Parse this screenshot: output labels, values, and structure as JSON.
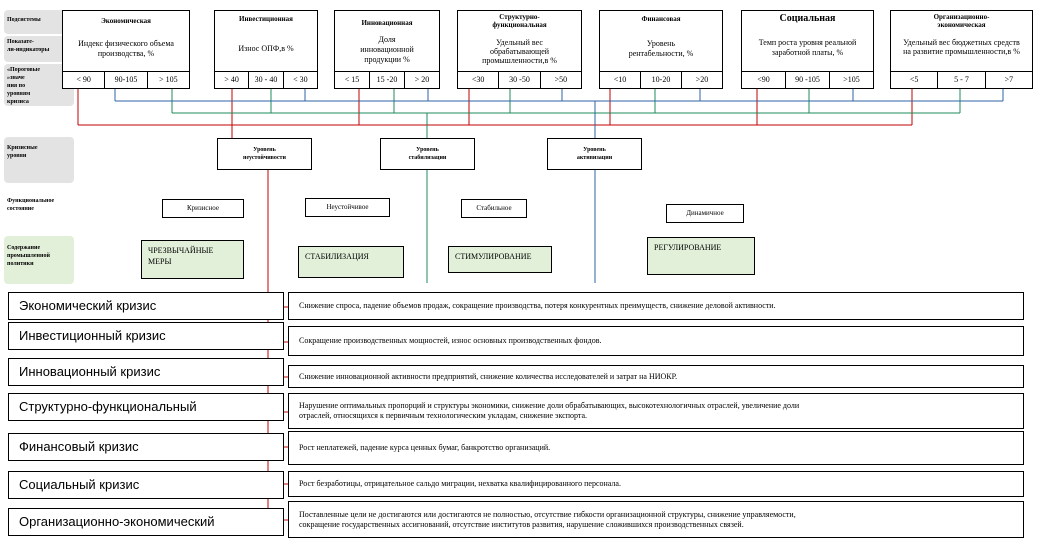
{
  "left_labels": [
    {
      "id": "subsystems",
      "lines": [
        "Подсистемы"
      ]
    },
    {
      "id": "indicators",
      "lines": [
        "Показате-",
        "ли-индикаторы"
      ]
    },
    {
      "id": "thresholds",
      "lines": [
        "«Пороговые",
        "»значе",
        "ния по",
        "уровням",
        "кризиса"
      ]
    },
    {
      "id": "crisis-levels",
      "lines": [
        "Кризисные",
        "уровни"
      ]
    },
    {
      "id": "func-state",
      "lines": [
        "Функциональное",
        "состояние"
      ]
    },
    {
      "id": "policy-content",
      "lines": [
        "Содержание",
        "промышленной",
        "политики"
      ]
    }
  ],
  "subsystems": [
    {
      "id": "economic",
      "title": "Экономическая",
      "indicator": "Индекс физического объема производства, %",
      "thresholds": [
        "< 90",
        "90-105",
        "> 105"
      ]
    },
    {
      "id": "investment",
      "title": "Инвестиционная",
      "indicator": "Износ ОПФ,в %",
      "thresholds": [
        "> 40",
        "30 - 40",
        "< 30"
      ]
    },
    {
      "id": "innovation",
      "title": "Инновационная",
      "indicator": "Доля инновационной продукции %",
      "thresholds": [
        "< 15",
        "15 -20",
        "> 20"
      ]
    },
    {
      "id": "structural",
      "title": "Структурно-функциональная",
      "indicator": "Удельный вес обрабатывающей промышленности,в %",
      "thresholds": [
        "<30",
        "30 -50",
        ">50"
      ]
    },
    {
      "id": "financial",
      "title": "Финансовая",
      "indicator": "Уровень рентабельности, %",
      "thresholds": [
        "<10",
        "10-20",
        ">20"
      ]
    },
    {
      "id": "social",
      "title": "Социальная",
      "indicator": "Темп роста уровня реальной заработной платы, %",
      "thresholds": [
        "<90",
        "90 -105",
        ">105"
      ]
    },
    {
      "id": "organizational",
      "title": "Организационно-экономическая",
      "indicator": "Удельный вес бюджетных средств на развитие промышленности,в %",
      "thresholds": [
        "<5",
        "5 - 7",
        ">7"
      ]
    }
  ],
  "crisis_levels": [
    {
      "id": "instability",
      "lines": [
        "Уровень",
        "неустойчивости"
      ]
    },
    {
      "id": "stabilization",
      "lines": [
        "Уровень",
        "стабилизации"
      ]
    },
    {
      "id": "activation",
      "lines": [
        "Уровень",
        "активизации"
      ]
    }
  ],
  "states": [
    "Кризисное",
    "Неустойчивое",
    "Стабильное",
    "Динамичное"
  ],
  "policies": [
    {
      "id": "emergency",
      "lines": [
        "ЧРЕЗВЫЧАЙНЫЕ",
        "МЕРЫ"
      ]
    },
    {
      "id": "stabilization",
      "lines": [
        "СТАБИЛИЗАЦИЯ"
      ]
    },
    {
      "id": "stimulation",
      "lines": [
        "СТИМУЛИРОВАНИЕ"
      ]
    },
    {
      "id": "regulation",
      "lines": [
        "РЕГУЛИРОВАНИЕ"
      ]
    }
  ],
  "crises": [
    {
      "id": "economic",
      "name": "Экономический кризис",
      "description": [
        "Снижение спроса, падение объемов  продаж, сокращение производства, потеря конкурентных преимуществ, снижение деловой  активности."
      ]
    },
    {
      "id": "investment",
      "name": "Инвестиционный кризис",
      "description": [
        "Сокращение производственных мощностей, износ основных производственных фондов."
      ]
    },
    {
      "id": "innovation",
      "name": "Инновационный кризис",
      "description": [
        "Снижение инновационной активности предприятий, снижение количества исследователей и затрат на НИОКР."
      ]
    },
    {
      "id": "structural",
      "name": "Структурно-функциональный",
      "description": [
        "Нарушение оптимальных пропорций и структуры экономики, снижение доли обрабатывающих, высокотехнологичных отраслей, увеличение доли",
        "отраслей, относящихся к первичным технологическим укладам, снижение экспорта."
      ]
    },
    {
      "id": "financial",
      "name": "Финансовый кризис",
      "description": [
        "Рост неплатежей, падение курса ценных бумаг, банкротство организаций."
      ]
    },
    {
      "id": "social",
      "name": "Социальный кризис",
      "description": [
        "Рост безработицы, отрицательное сальдо миграции, нехватка квалифицированного персонала."
      ]
    },
    {
      "id": "organizational",
      "name": "Организационно-экономический",
      "description": [
        "Поставленные цели не достигаются или достигаются не полностью, отсутствие гибкости организационной структуры, снижение управляемости,",
        "сокращение государственных ассигнований, отсутствие институтов развития, нарушение сложившихся производственных связей."
      ]
    }
  ],
  "colors": {
    "red": "#c00000",
    "green": "#1f8a5b",
    "blue": "#2e63a6",
    "policy_fill": "#e2f0d9",
    "label_fill": "#e3e3e3"
  }
}
